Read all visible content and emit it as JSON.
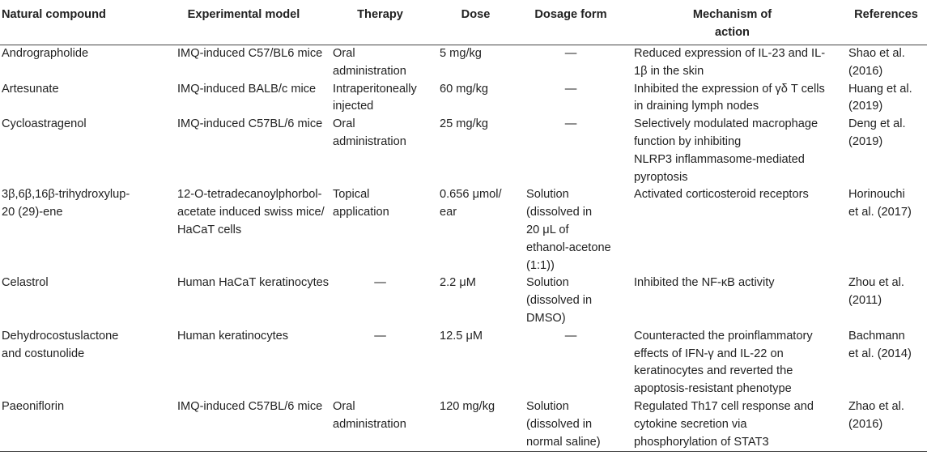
{
  "headers": [
    "Natural compound",
    "Experimental model",
    "Therapy",
    "Dose",
    "Dosage form",
    [
      "Mechanism of",
      "action"
    ],
    "References"
  ],
  "rows": [
    {
      "compound": [
        "Andrographolide"
      ],
      "model": [
        "IMQ-induced C57/BL6 mice"
      ],
      "therapy": [
        "Oral",
        "administration"
      ],
      "dose": [
        "5 mg/kg"
      ],
      "form": [
        "—"
      ],
      "mechanism": [
        "Reduced expression of IL-23 and IL-",
        "1β in the skin"
      ],
      "refs": [
        "Shao et al.",
        "(2016)"
      ]
    },
    {
      "compound": [
        "Artesunate"
      ],
      "model": [
        "IMQ-induced BALB/c mice"
      ],
      "therapy": [
        "Intraperitoneally",
        "injected"
      ],
      "dose": [
        "60 mg/kg"
      ],
      "form": [
        "—"
      ],
      "mechanism": [
        "Inhibited the expression of γδ T cells",
        "in draining lymph nodes"
      ],
      "refs": [
        "Huang et al.",
        "(2019)"
      ]
    },
    {
      "compound": [
        "Cycloastragenol"
      ],
      "model": [
        "IMQ-induced C57BL/6 mice"
      ],
      "therapy": [
        "Oral",
        "administration"
      ],
      "dose": [
        "25 mg/kg"
      ],
      "form": [
        "—"
      ],
      "mechanism": [
        "Selectively modulated macrophage",
        "function by inhibiting",
        "NLRP3 inflammasome-mediated",
        "pyroptosis"
      ],
      "refs": [
        "Deng et al.",
        "(2019)"
      ]
    },
    {
      "compound": [
        "3β,6β,16β-trihydroxylup-",
        "20 (29)-ene"
      ],
      "model": [
        "12-O-tetradecanoylphorbol-",
        "acetate induced swiss mice/",
        "HaCaT cells"
      ],
      "therapy": [
        "Topical",
        "application"
      ],
      "dose": [
        "0.656 μmol/",
        "ear"
      ],
      "form": [
        "Solution",
        "(dissolved in",
        "20 μL of",
        "ethanol-acetone",
        "(1:1))"
      ],
      "mechanism": [
        "Activated corticosteroid receptors"
      ],
      "refs": [
        "Horinouchi",
        "et al. (2017)"
      ]
    },
    {
      "compound": [
        "Celastrol"
      ],
      "model": [
        "Human HaCaT keratinocytes"
      ],
      "therapy": [
        "—"
      ],
      "dose": [
        "2.2 μM"
      ],
      "form": [
        "Solution",
        "(dissolved in",
        "DMSO)"
      ],
      "mechanism": [
        "Inhibited the NF-κB activity"
      ],
      "refs": [
        "Zhou et al.",
        "(2011)"
      ]
    },
    {
      "compound": [
        "Dehydrocostuslactone",
        "and costunolide"
      ],
      "model": [
        "Human keratinocytes"
      ],
      "therapy": [
        "—"
      ],
      "dose": [
        "12.5 μM"
      ],
      "form": [
        "—"
      ],
      "mechanism": [
        "Counteracted the proinflammatory",
        "effects of IFN-γ and IL-22 on",
        "keratinocytes and reverted the",
        "apoptosis-resistant phenotype"
      ],
      "refs": [
        "Bachmann",
        "et al. (2014)"
      ]
    },
    {
      "compound": [
        "Paeoniflorin"
      ],
      "model": [
        "IMQ-induced C57BL/6 mice"
      ],
      "therapy": [
        "Oral",
        "administration"
      ],
      "dose": [
        "120 mg/kg"
      ],
      "form": [
        "Solution",
        "(dissolved in",
        "normal saline)"
      ],
      "mechanism": [
        "Regulated Th17 cell response and",
        "cytokine secretion via",
        "phosphorylation of STAT3"
      ],
      "refs": [
        "Zhao et al.",
        "(2016)"
      ]
    }
  ]
}
